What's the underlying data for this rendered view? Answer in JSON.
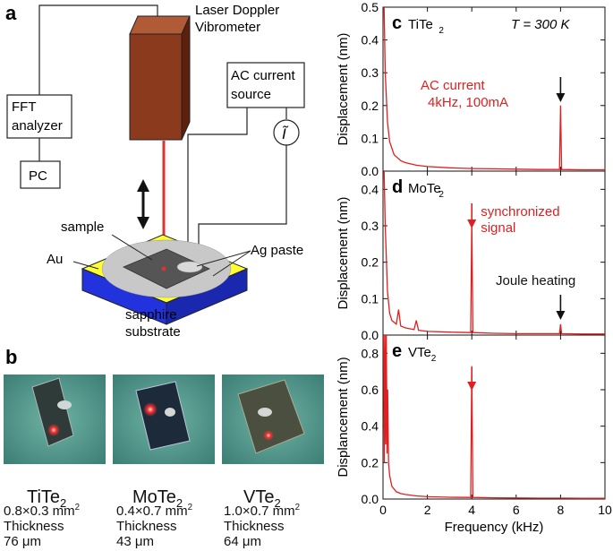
{
  "panel_a": {
    "letter": "a",
    "laser": "Laser Doppler\nVibrometer",
    "fft": "FFT\nanalyzer",
    "pc": "PC",
    "ac_source": "AC current\nsource",
    "current_symbol": "Ĩ",
    "sample": "sample",
    "au": "Au",
    "ag_paste": "Ag paste",
    "substrate": "sapphire\nsubstrate",
    "colors": {
      "vibrometer": "#8b3a1e",
      "gold": "#ffff33",
      "sapphire": "#2233dd",
      "laser": "#e03030"
    }
  },
  "panel_b": {
    "letter": "b",
    "samples": [
      {
        "name": "TiTe",
        "sub": "2",
        "size": "0.8×0.3 mm",
        "sup": "2",
        "thickness_label": "Thickness",
        "thickness": "76 μm"
      },
      {
        "name": "MoTe",
        "sub": "2",
        "size": "0.4×0.7 mm",
        "sup": "2",
        "thickness_label": "Thickness",
        "thickness": "43 μm"
      },
      {
        "name": "VTe",
        "sub": "2",
        "size": "1.0×0.7 mm",
        "sup": "2",
        "thickness_label": "Thickness",
        "thickness": "64 μm"
      }
    ]
  },
  "chart_data": [
    {
      "type": "line",
      "letter": "c",
      "material": "TiTe",
      "material_sub": "2",
      "extra_text": "T = 300 K",
      "annotations": [
        "AC current",
        "4kHz, 100mA"
      ],
      "ylabel": "Displacement (nm)",
      "xlim": [
        0,
        10
      ],
      "ylim": [
        0,
        0.5
      ],
      "yticks": [
        "0.0",
        "0.1",
        "0.2",
        "0.3",
        "0.4",
        "0.5"
      ],
      "color": "#e02020",
      "series": [
        {
          "x": [
            0.05,
            0.1,
            0.2,
            0.3,
            0.5,
            0.8,
            1,
            1.5,
            2,
            3,
            4,
            5,
            6,
            7,
            7.95,
            8,
            8.05,
            9,
            10
          ],
          "y": [
            0.5,
            0.3,
            0.15,
            0.09,
            0.05,
            0.032,
            0.026,
            0.018,
            0.014,
            0.01,
            0.008,
            0.007,
            0.006,
            0.005,
            0.005,
            0.2,
            0.005,
            0.004,
            0.004
          ]
        }
      ],
      "arrow_x": 8
    },
    {
      "type": "line",
      "letter": "d",
      "material": "MoTe",
      "material_sub": "2",
      "annotations": [
        "synchronized",
        "signal",
        "Joule heating"
      ],
      "ylabel": "Displacement (nm)",
      "xlim": [
        0,
        10
      ],
      "ylim": [
        0,
        0.45
      ],
      "yticks": [
        "0.0",
        "0.1",
        "0.2",
        "0.3",
        "0.4"
      ],
      "color": "#e02020",
      "series": [
        {
          "x": [
            0.05,
            0.1,
            0.2,
            0.3,
            0.4,
            0.6,
            0.7,
            0.8,
            1,
            1.4,
            1.5,
            1.6,
            2,
            3,
            3.95,
            4,
            4.05,
            5,
            6,
            7,
            7.95,
            8,
            8.05,
            9,
            10
          ],
          "y": [
            0.45,
            0.3,
            0.12,
            0.06,
            0.04,
            0.03,
            0.07,
            0.025,
            0.02,
            0.015,
            0.04,
            0.013,
            0.01,
            0.008,
            0.007,
            0.32,
            0.007,
            0.005,
            0.004,
            0.004,
            0.004,
            0.03,
            0.004,
            0.003,
            0.003
          ]
        }
      ],
      "arrow_x": [
        4,
        8
      ]
    },
    {
      "type": "line",
      "letter": "e",
      "material": "VTe",
      "material_sub": "2",
      "ylabel": "Displancement (nm)",
      "xlabel": "Frequency (kHz)",
      "xlim": [
        0,
        10
      ],
      "ylim": [
        0,
        0.9
      ],
      "yticks": [
        "0.0",
        "0.2",
        "0.4",
        "0.6",
        "0.8"
      ],
      "xticks": [
        "0",
        "2",
        "4",
        "6",
        "8",
        "10"
      ],
      "color": "#e02020",
      "series": [
        {
          "x": [
            0.03,
            0.06,
            0.09,
            0.12,
            0.15,
            0.18,
            0.21,
            0.25,
            0.3,
            0.4,
            0.6,
            0.8,
            1,
            1.5,
            2,
            3,
            3.95,
            4,
            4.05,
            5,
            6,
            7,
            8,
            9,
            10
          ],
          "y": [
            0.9,
            0.2,
            0.9,
            0.3,
            0.9,
            0.25,
            0.6,
            0.2,
            0.13,
            0.07,
            0.04,
            0.03,
            0.025,
            0.017,
            0.013,
            0.01,
            0.009,
            0.73,
            0.009,
            0.007,
            0.006,
            0.005,
            0.005,
            0.004,
            0.004
          ]
        }
      ],
      "arrow_x": 4
    }
  ]
}
